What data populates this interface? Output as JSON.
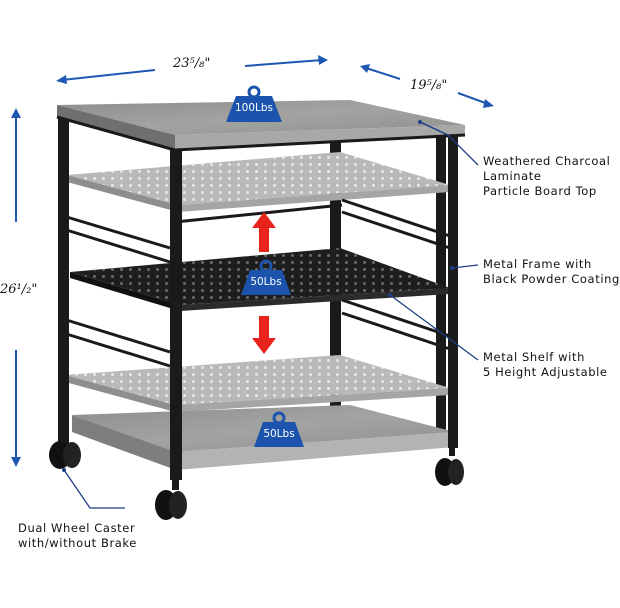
{
  "dimensions": {
    "width": "23⁵/₈\"",
    "depth": "19⁵/₈\"",
    "height": "26¹/₂\""
  },
  "weights": {
    "top": "100Lbs",
    "middle": "50Lbs",
    "bottom": "50Lbs"
  },
  "callouts": {
    "top": [
      "Weathered Charcoal",
      "Laminate",
      "Particle Board Top"
    ],
    "frame": [
      "Metal Frame with",
      "Black Powder Coating"
    ],
    "shelf": [
      "Metal Shelf with",
      "5 Height Adjustable"
    ],
    "caster": [
      "Dual Wheel Caster",
      "with/without Brake"
    ]
  },
  "colors": {
    "arrow_blue": "#1f58b3",
    "weight_blue": "#1c54ad",
    "red_arrow": "#e8241c",
    "frame_black": "#1a1a1a",
    "wood_gray": "#9a9a98",
    "shelf_gray": "#b9b9b9"
  }
}
